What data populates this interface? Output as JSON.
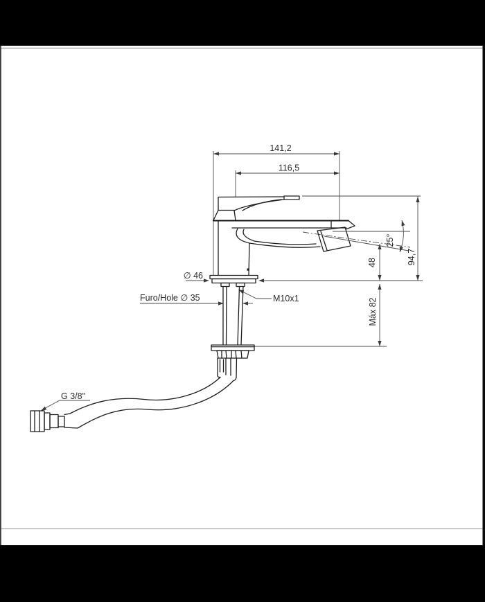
{
  "page": {
    "background_color": "#ffffff",
    "margin_color": "#000000",
    "rule_color": "#a9a9a9",
    "line_color": "#1c1c1c",
    "dim_line_color": "#4a4a4a"
  },
  "drawing": {
    "type": "technical-drawing",
    "subject": "bidet mixer faucet side elevation with flexible supply hose",
    "labels": {
      "overall_length": "141,2",
      "spout_reach": "116,5",
      "aerator_angle": "25°",
      "total_height": "94,7",
      "spout_outlet_height": "48",
      "max_deck_thickness": "Máx 82",
      "base_diameter": "∅ 46",
      "hole_diameter": "Furo/Hole ∅ 35",
      "shank_thread": "M10x1",
      "hose_connection": "G 3/8\""
    }
  }
}
